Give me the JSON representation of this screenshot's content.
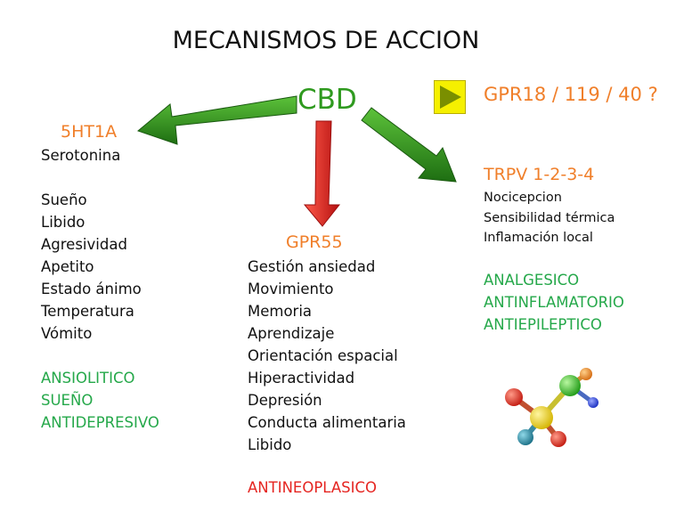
{
  "title": "MECANISMOS DE ACCION",
  "center": "CBD",
  "receptors": {
    "gpr18": "GPR18 / 119 / 40 ?",
    "ht1a": {
      "name": "5HT1A",
      "items": [
        "Serotonina",
        "",
        "Sueño",
        "Libido",
        "Agresividad",
        "Apetito",
        "Estado ánimo",
        "Temperatura",
        "Vómito"
      ],
      "effects": [
        "ANSIOLITICO",
        "SUEÑO",
        "ANTIDEPRESIVO"
      ]
    },
    "gpr55": {
      "name": "GPR55",
      "items": [
        "Gestión ansiedad",
        "Movimiento",
        "Memoria",
        "Aprendizaje",
        "Orientación espacial",
        "Hiperactividad",
        "Depresión",
        "Conducta alimentaria",
        "Libido"
      ],
      "effect": "ANTINEOPLASICO"
    },
    "trpv": {
      "name": "TRPV 1-2-3-4",
      "items": [
        "Nocicepcion",
        "Sensibilidad térmica",
        "Inflamación local"
      ],
      "effects": [
        "ANALGESICO",
        "ANTINFLAMATORIO",
        "ANTIEPILEPTICO"
      ]
    }
  },
  "colors": {
    "green_arrow": "#2e8b1e",
    "red_arrow": "#e0201c",
    "orange_heading": "#f07f2a",
    "green_text": "#25a84a",
    "red_text": "#e52521",
    "play_box": "#f5f000",
    "play_triangle": "#7a8f00"
  },
  "icons": [
    "play-icon",
    "molecule-icon"
  ]
}
